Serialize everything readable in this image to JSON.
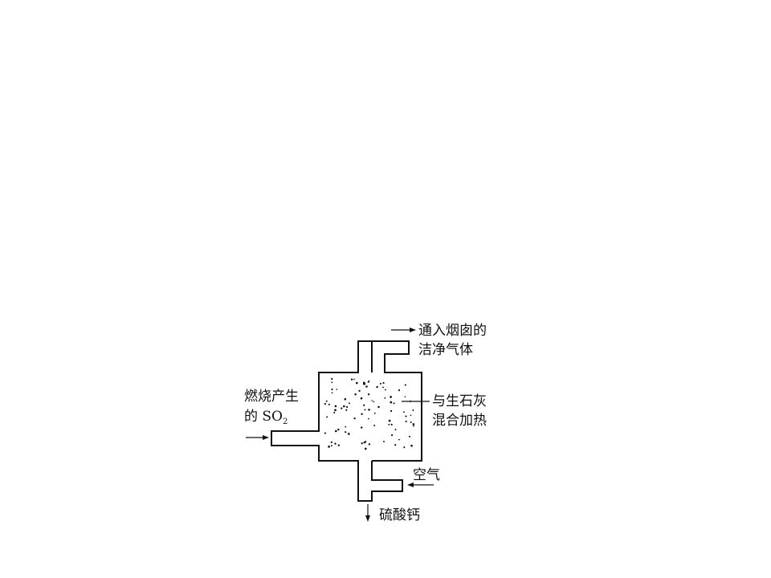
{
  "diagram": {
    "outlet_top_label": {
      "line1": "通入烟囱的",
      "line2": "洁净气体"
    },
    "inlet_left_label": {
      "line1": "燃烧产生",
      "line2_prefix": "的 SO",
      "line2_sub": "2"
    },
    "chamber_label": {
      "line1": "与生石灰",
      "line2": "混合加热"
    },
    "air_label": "空气",
    "outlet_bottom_label": "硫酸钙"
  }
}
